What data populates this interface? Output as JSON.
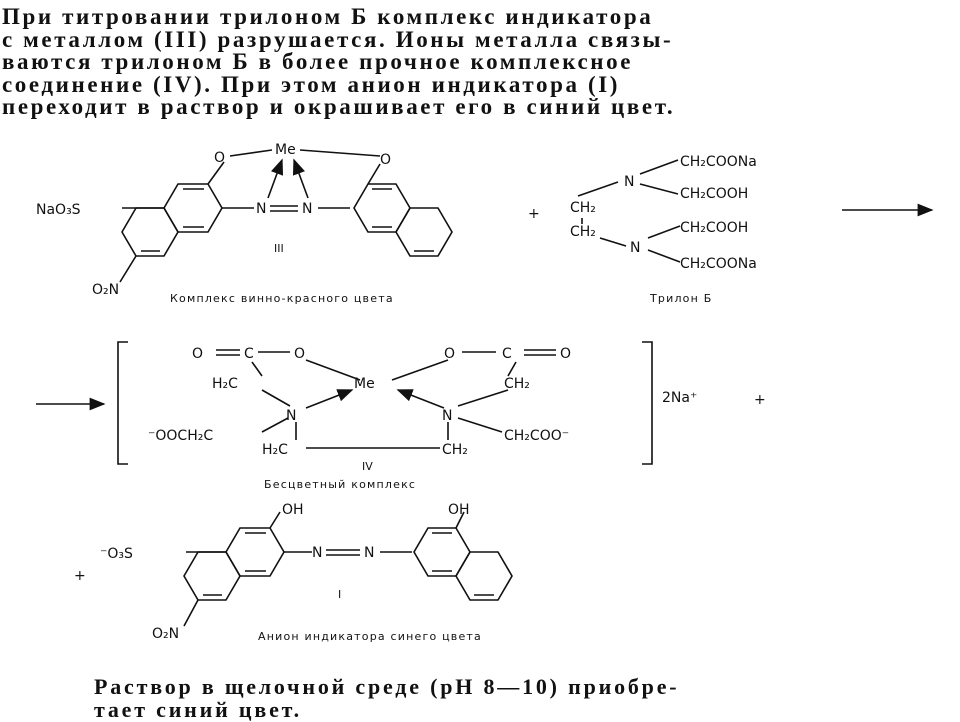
{
  "intro_lines": [
    "При титровании трилоном Б комплекс индикатора",
    "с металлом (III) разрушается. Ионы металла связы-",
    "ваются трилоном Б в более прочное комплексное",
    "соединение (IV). При этом анион индикатора (I)",
    "переходит в раствор и окрашивает его в синий цвет."
  ],
  "outro_lines": [
    "Раствор в щелочной среде (рН 8—10) приобре-",
    "тает синий цвет."
  ],
  "complex_III": {
    "label": "III",
    "caption": "Комплекс винно-красного цвета",
    "me": "Me",
    "o_left": "O",
    "o_right": "O",
    "sulfonate": "NaO₃S",
    "nitro": "O₂N",
    "n1": "N",
    "n2": "N"
  },
  "trilon": {
    "caption": "Трилон Б",
    "plus": "+",
    "ch2_top": "CH₂",
    "ch2_bottom": "CH₂",
    "n_top": "N",
    "n_bottom": "N",
    "arm1": "CH₂COONa",
    "arm2": "CH₂COOH",
    "arm3": "CH₂COOH",
    "arm4": "CH₂COONa"
  },
  "complex_IV": {
    "label": "IV",
    "caption": "Бесцветный комплекс",
    "me": "Me",
    "o_eq_left": "O",
    "c_left": "C",
    "o_left": "O",
    "o_right": "O",
    "c_right": "C",
    "o_eq_right": "O",
    "h2c_left": "H₂C",
    "ch2_right": "CH₂",
    "n_left": "N",
    "n_right": "N",
    "anion_left": "⁻OOCH₂C",
    "anion_right": "CH₂COO⁻",
    "bridge_left": "H₂C",
    "bridge_right": "CH₂",
    "counterion": "2Na⁺",
    "plus": "+"
  },
  "anion_I": {
    "label": "I",
    "caption": "Анион индикатора синего цвета",
    "plus": "+",
    "oh_left": "OH",
    "oh_right": "OH",
    "sulfonate": "⁻O₃S",
    "nitro": "O₂N",
    "n1": "N",
    "n2": "N"
  }
}
